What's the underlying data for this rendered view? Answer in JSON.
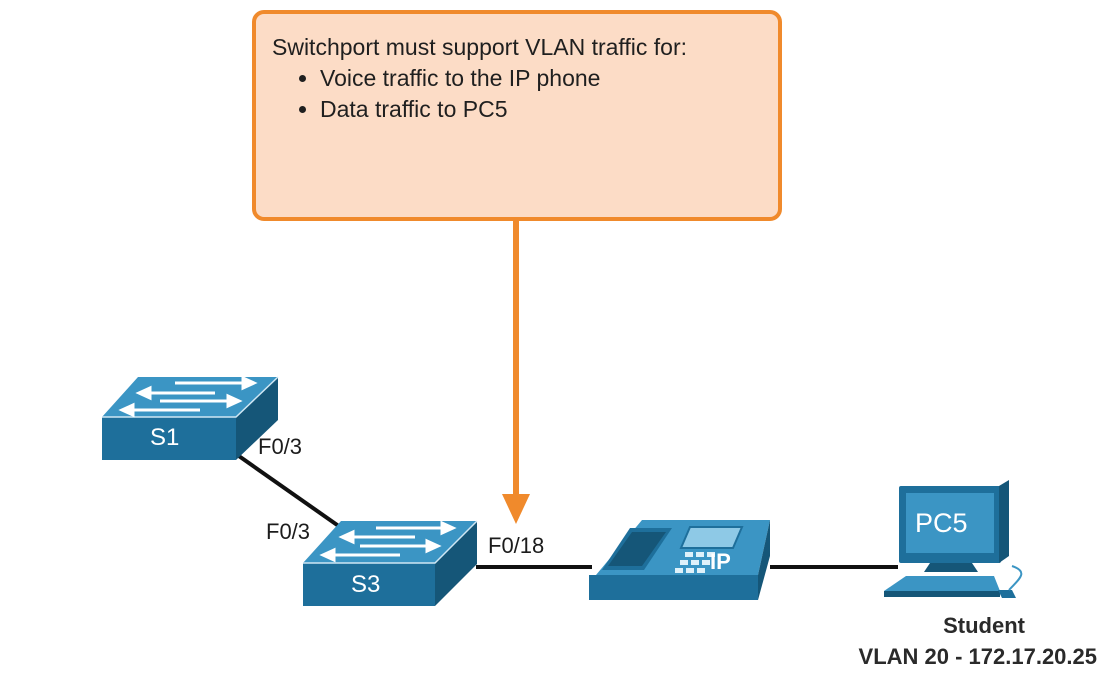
{
  "callout": {
    "heading": "Switchport must support VLAN traffic for:",
    "bullets": [
      "Voice traffic to the IP phone",
      "Data traffic to PC5"
    ]
  },
  "devices": {
    "s1": "S1",
    "s3": "S3",
    "phone_badge": "IP",
    "pc": "PC5"
  },
  "ports": {
    "s1_f03": "F0/3",
    "s3_f03": "F0/3",
    "s3_f018": "F0/18"
  },
  "host": {
    "name": "Student",
    "vlan": "VLAN 20 - 172.17.20.25"
  },
  "colors": {
    "device": "#1e6f9b",
    "device_top": "#3b95c4",
    "device_side": "#155678",
    "callout_border": "#f08a2c",
    "callout_fill": "#fcdcc6",
    "arrow": "#f08a2c"
  }
}
